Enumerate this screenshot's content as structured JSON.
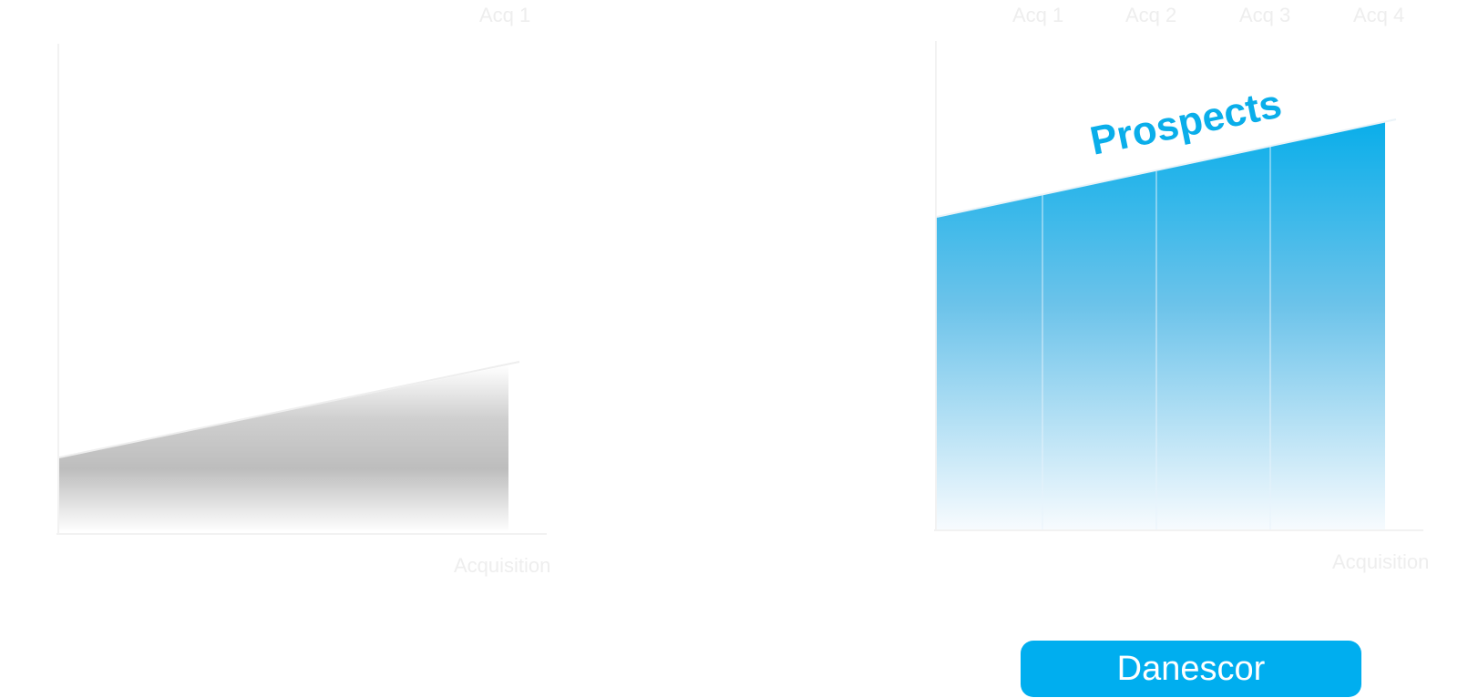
{
  "colors": {
    "accent": "#00AEEF",
    "gray_fill": "#BDBDBD",
    "faint_text": "#EEEEEE",
    "axis": "#F2F2F2"
  },
  "left_chart": {
    "segment_labels": [
      "Acq 1"
    ],
    "x_axis_label": "Acquisition"
  },
  "right_chart": {
    "segment_labels": [
      "Acq 1",
      "Acq 2",
      "Acq 3",
      "Acq 4"
    ],
    "x_axis_label": "Acquisition",
    "area_label": "Prospects"
  },
  "button": {
    "label": "Danescor"
  }
}
